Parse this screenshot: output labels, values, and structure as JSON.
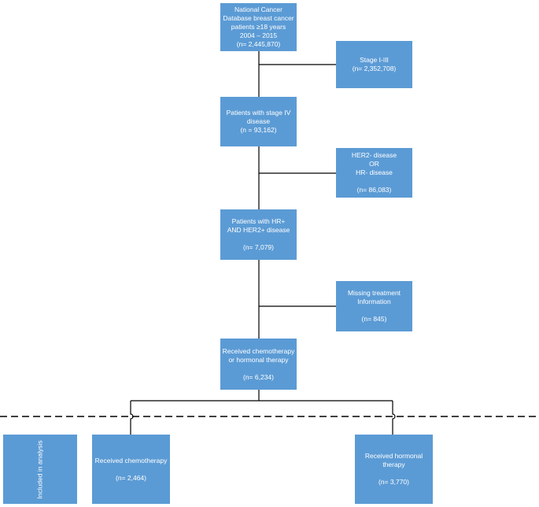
{
  "boxes": {
    "ncdb": {
      "lines": [
        "National Cancer",
        "Database breast cancer",
        "patients ≥18 years",
        "2004 – 2015",
        "(n= 2,445,870)"
      ]
    },
    "stage_1_3": {
      "lines": [
        "Stage I-III",
        "(n= 2,352,708)"
      ]
    },
    "stage_4": {
      "lines": [
        "Patients with stage IV",
        "disease",
        "(n = 93,162)"
      ]
    },
    "her2_neg": {
      "lines": [
        "HER2- disease",
        "OR",
        "HR- disease",
        "(n= 86,083)"
      ]
    },
    "hr_her2_pos": {
      "lines": [
        "Patients with HR+",
        "AND  HER2+ disease",
        "(n= 7,079)"
      ]
    },
    "missing": {
      "lines": [
        "Missing treatment",
        "Information",
        "(n= 845)"
      ]
    },
    "received_chemo_or_hormonal": {
      "lines": [
        "Received chemotherapy",
        "or hormonal therapy",
        "(n= 6,234)"
      ]
    },
    "received_chemo": {
      "lines": [
        "Received chemotherapy",
        "(n= 2,464)"
      ]
    },
    "received_hormonal": {
      "lines": [
        "Received hormonal",
        "therapy",
        "(n= 3,770)"
      ]
    },
    "included": {
      "label": "Included in analysis"
    }
  },
  "colors": {
    "box_fill": "#5b9bd5",
    "box_text": "#ffffff",
    "connector": "#000000"
  }
}
